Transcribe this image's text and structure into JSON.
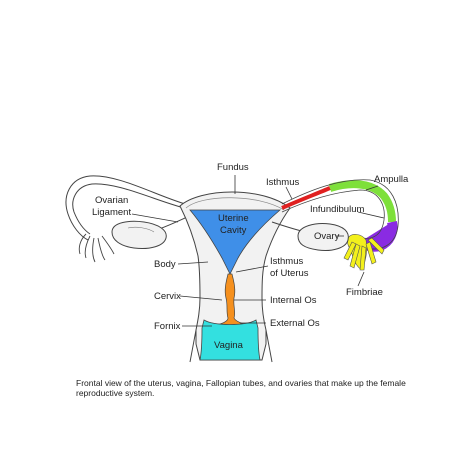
{
  "labels": {
    "fundus": "Fundus",
    "isthmus": "Isthmus",
    "ampulla": "Ampulla",
    "ovarian_ligament_1": "Ovarian",
    "ovarian_ligament_2": "Ligament",
    "infundibulum": "Infundibulum",
    "uterine_cavity_1": "Uterine",
    "uterine_cavity_2": "Cavity",
    "ovary": "Ovary",
    "body": "Body",
    "isthmus_of_uterus_1": "Isthmus",
    "isthmus_of_uterus_2": "of Uterus",
    "fimbriae": "Fimbriae",
    "cervix": "Cervix",
    "internal_os": "Internal Os",
    "fornix": "Fornix",
    "external_os": "External Os",
    "vagina": "Vagina"
  },
  "caption": "Frontal view of the uterus, vagina, Fallopian tubes, and ovaries that make up the female reproductive system.",
  "colors": {
    "uterine_cavity": "#3f8fe8",
    "cervical_canal": "#f5901e",
    "vagina": "#33e0e0",
    "isthmus_tube": "#e02020",
    "ampulla": "#7ee03a",
    "infundibulum": "#8a2be2",
    "fimbriae": "#f3f01c",
    "tissue": "#f2f2f2",
    "outline": "#444444"
  }
}
